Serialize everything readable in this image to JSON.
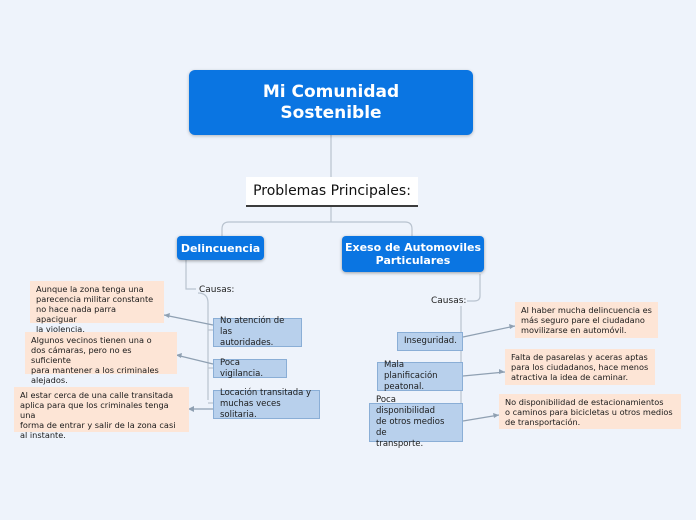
{
  "root": {
    "lines": [
      "Mi Comunidad",
      "Sostenible"
    ]
  },
  "problems": {
    "label": "Problemas Principales:"
  },
  "left_branch": {
    "title": [
      "Delincuencia"
    ],
    "causes_label": "Causas:",
    "causes": [
      {
        "lines": [
          "No atención de las",
          "autoridades."
        ]
      },
      {
        "lines": [
          "Poca vigilancia."
        ]
      },
      {
        "lines": [
          "Locación transitada y",
          "muchas veces solitaria."
        ]
      }
    ],
    "notes": [
      {
        "lines": [
          "Aunque la zona tenga una",
          "parecencia militar constante",
          "no hace nada parra apaciguar",
          "la violencia."
        ]
      },
      {
        "lines": [
          "Algunos vecinos tienen una o",
          "dos cámaras, pero no es suficiente",
          "para mantener a los criminales",
          "alejados."
        ]
      },
      {
        "lines": [
          "Al estar cerca de una calle transitada",
          "aplica para que los criminales tenga una",
          "forma de entrar y salir de la zona casi",
          "al instante."
        ]
      }
    ]
  },
  "right_branch": {
    "title": [
      "Exeso de Automoviles",
      "Particulares"
    ],
    "causes_label": "Causas:",
    "causes": [
      {
        "lines": [
          "Inseguridad."
        ]
      },
      {
        "lines": [
          "Mala planificación",
          "peatonal."
        ]
      },
      {
        "lines": [
          "Poca disponibilidad",
          "de otros medios de",
          "transporte."
        ]
      }
    ],
    "notes": [
      {
        "lines": [
          "Al haber mucha delincuencia es",
          "más seguro pare el ciudadano",
          "movilizarse en automóvil."
        ]
      },
      {
        "lines": [
          "Falta de pasarelas y aceras aptas",
          "para los ciudadanos, hace menos",
          "atractiva la idea de caminar."
        ]
      },
      {
        "lines": [
          "No disponibilidad  de  estacionamientos",
          "o caminos para bicicletas u otros medios",
          "de transportación."
        ]
      }
    ]
  },
  "colors": {
    "topic": "#0a75e2",
    "cause_bg": "#b8d0ec",
    "note_bg": "#fde5d6",
    "background": "#eef3fb"
  }
}
